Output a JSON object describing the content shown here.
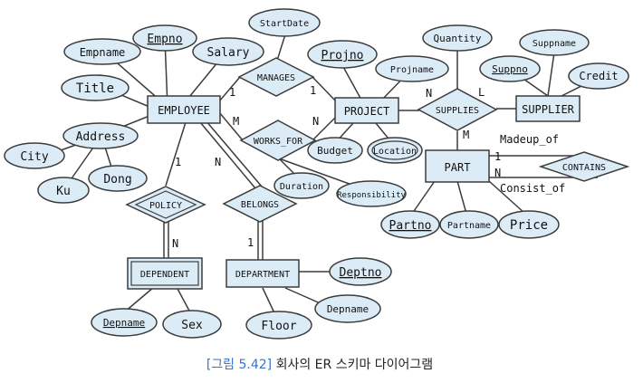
{
  "colors": {
    "fill": "#dcecf7",
    "stroke": "#3c3c3c",
    "caption_accent": "#3a74c9"
  },
  "caption": {
    "figure": "[그림 5.42]",
    "text": "회사의 ER 스키마 다이어그램"
  },
  "entities": {
    "employee": "EMPLOYEE",
    "project": "PROJECT",
    "supplier": "SUPPLIER",
    "part": "PART",
    "department": "DEPARTMENT",
    "dependent": "DEPENDENT"
  },
  "relationships": {
    "manages": "MANAGES",
    "works_for": "WORKS_FOR",
    "supplies": "SUPPLIES",
    "contains": "CONTAINS",
    "policy": "POLICY",
    "belongs": "BELONGS"
  },
  "attributes": {
    "empno": "Empno",
    "empname": "Empname",
    "salary": "Salary",
    "title": "Title",
    "address": "Address",
    "city": "City",
    "ku": "Ku",
    "dong": "Dong",
    "startdate": "StartDate",
    "projno": "Projno",
    "projname": "Projname",
    "budget": "Budget",
    "location": "Location",
    "duration": "Duration",
    "responsibility": "Responsibility",
    "quantity": "Quantity",
    "suppname": "Suppname",
    "suppno": "Suppno",
    "credit": "Credit",
    "partno": "Partno",
    "partname": "Partname",
    "price": "Price",
    "deptno": "Deptno",
    "depname": "Depname",
    "floor": "Floor",
    "depname2": "Depname",
    "sex": "Sex"
  },
  "cardinalities": {
    "manages_emp": "1",
    "manages_proj": "1",
    "works_emp": "M",
    "works_proj": "N",
    "supplies_proj": "N",
    "supplies_supp": "L",
    "supplies_part": "M",
    "policy_emp": "1",
    "policy_dep": "N",
    "belongs_emp": "N",
    "belongs_dept": "1",
    "part_madeup": "1",
    "part_consist": "N"
  },
  "role_labels": {
    "madeup_of": "Madeup_of",
    "consist_of": "Consist_of"
  }
}
